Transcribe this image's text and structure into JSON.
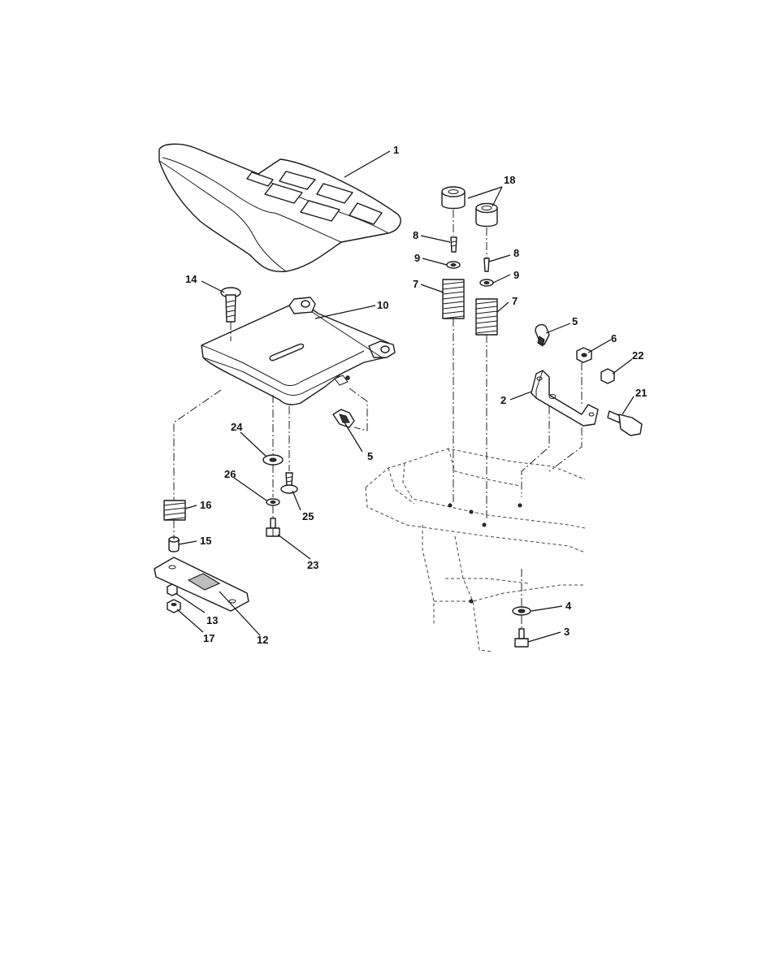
{
  "callouts": {
    "c1": "1",
    "c18": "18",
    "c8a": "8",
    "c8b": "8",
    "c9a": "9",
    "c9b": "9",
    "c7a": "7",
    "c7b": "7",
    "c14": "14",
    "c10": "10",
    "c5a": "5",
    "c5b": "5",
    "c6": "6",
    "c22": "22",
    "c2": "2",
    "c21": "21",
    "c24": "24",
    "c26": "26",
    "c25": "25",
    "c16": "16",
    "c15": "15",
    "c23": "23",
    "c13": "13",
    "c17": "17",
    "c12": "12",
    "c4": "4",
    "c3": "3"
  }
}
